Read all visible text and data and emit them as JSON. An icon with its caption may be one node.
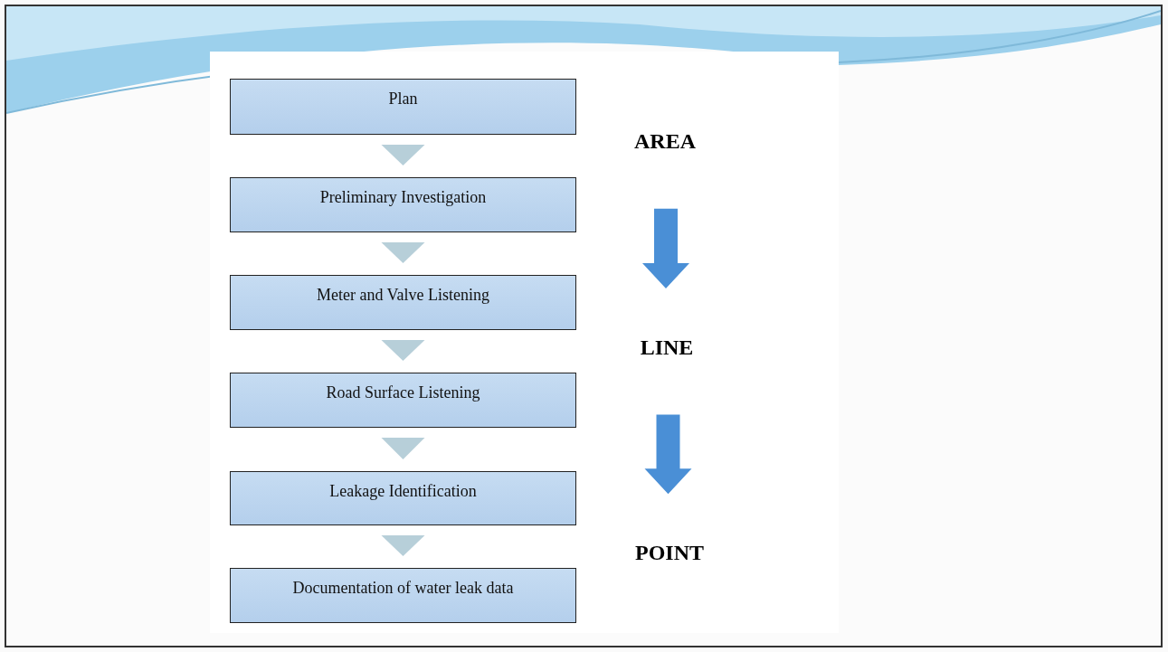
{
  "diagram": {
    "nodes": [
      {
        "text": [
          "Plan"
        ]
      },
      {
        "text": [
          "Preliminary Investigation"
        ]
      },
      {
        "text": [
          "Meter and Valve Listening"
        ]
      },
      {
        "text": [
          "Road Surface Listening"
        ]
      },
      {
        "text": [
          "Leakage Identification"
        ]
      },
      {
        "text": [
          "Documentation of water leak data"
        ]
      },
      {
        "text": [
          "AREA"
        ]
      },
      {
        "text": [
          "LINE"
        ]
      },
      {
        "text": [
          "POINT"
        ]
      }
    ],
    "edges": [
      {
        "from": 0,
        "to": 1,
        "arrow": "to",
        "color": "#b7cfd9"
      },
      {
        "from": 1,
        "to": 2,
        "arrow": "to",
        "color": "#b7cfd9"
      },
      {
        "from": 2,
        "to": 3,
        "arrow": "to",
        "color": "#b7cfd9"
      },
      {
        "from": 3,
        "to": 4,
        "arrow": "to",
        "color": "#b7cfd9"
      },
      {
        "from": 4,
        "to": 5,
        "arrow": "to",
        "color": "#b7cfd9"
      },
      {
        "from": 6,
        "to": 7,
        "arrow": "to",
        "style": "thick",
        "color": "#4a8fd6"
      },
      {
        "from": 7,
        "to": 8,
        "arrow": "to",
        "style": "thick",
        "color": "#4a8fd6"
      }
    ]
  }
}
